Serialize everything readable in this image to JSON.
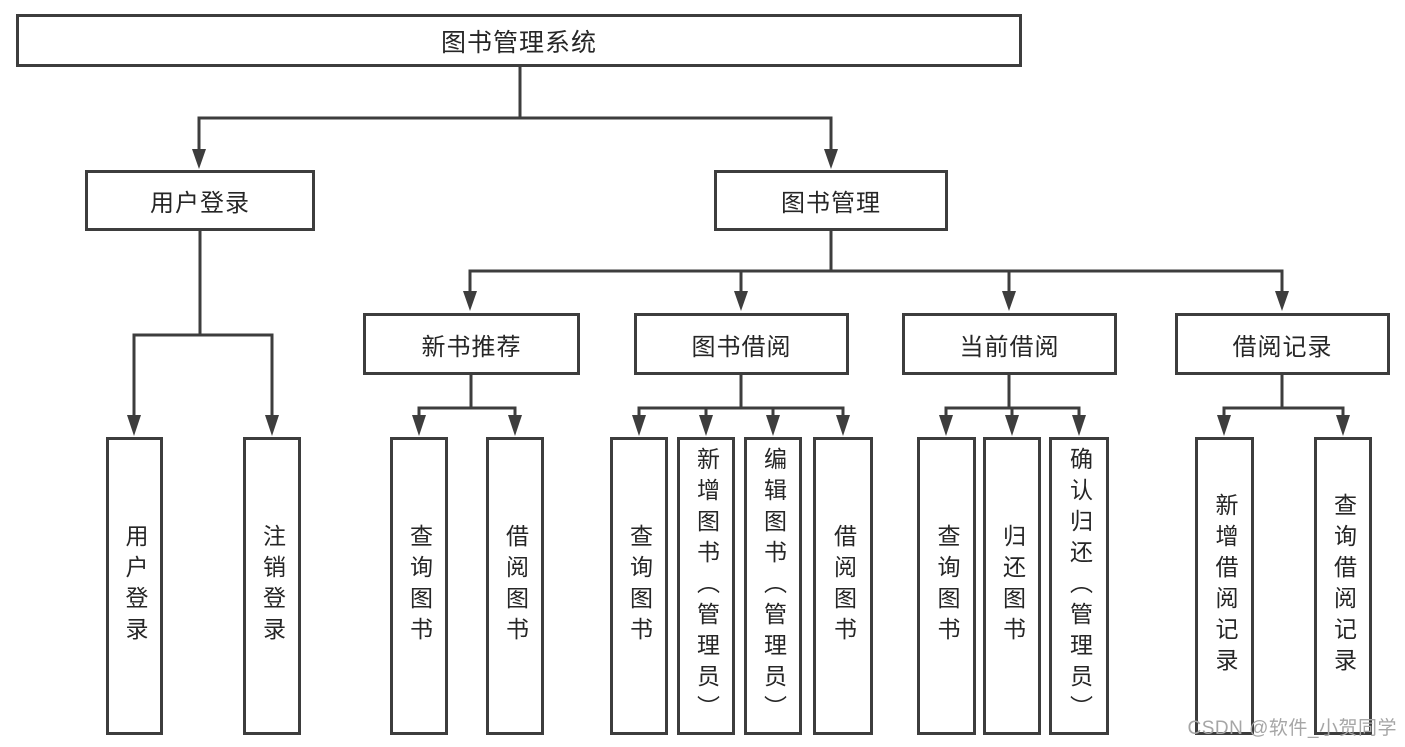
{
  "tree": {
    "root": {
      "label": "图书管理系统"
    },
    "branches": [
      {
        "label": "用户登录",
        "children": [
          {
            "label": "用户登录"
          },
          {
            "label": "注销登录"
          }
        ]
      },
      {
        "label": "图书管理",
        "children": [
          {
            "label": "新书推荐",
            "children": [
              {
                "label": "查询图书"
              },
              {
                "label": "借阅图书"
              }
            ]
          },
          {
            "label": "图书借阅",
            "children": [
              {
                "label": "查询图书"
              },
              {
                "label": "新增图书（管理员）"
              },
              {
                "label": "编辑图书（管理员）"
              },
              {
                "label": "借阅图书"
              }
            ]
          },
          {
            "label": "当前借阅",
            "children": [
              {
                "label": "查询图书"
              },
              {
                "label": "归还图书"
              },
              {
                "label": "确认归还（管理员）"
              }
            ]
          },
          {
            "label": "借阅记录",
            "children": [
              {
                "label": "新增借阅记录"
              },
              {
                "label": "查询借阅记录"
              }
            ]
          }
        ]
      }
    ]
  },
  "watermark": {
    "text": "CSDN @软件_小贺同学"
  },
  "colors": {
    "line": "#3d3d3d",
    "box_border": "#3d3d3d",
    "text": "#262626",
    "watermark": "#a6a6a6",
    "background": "#ffffff"
  }
}
